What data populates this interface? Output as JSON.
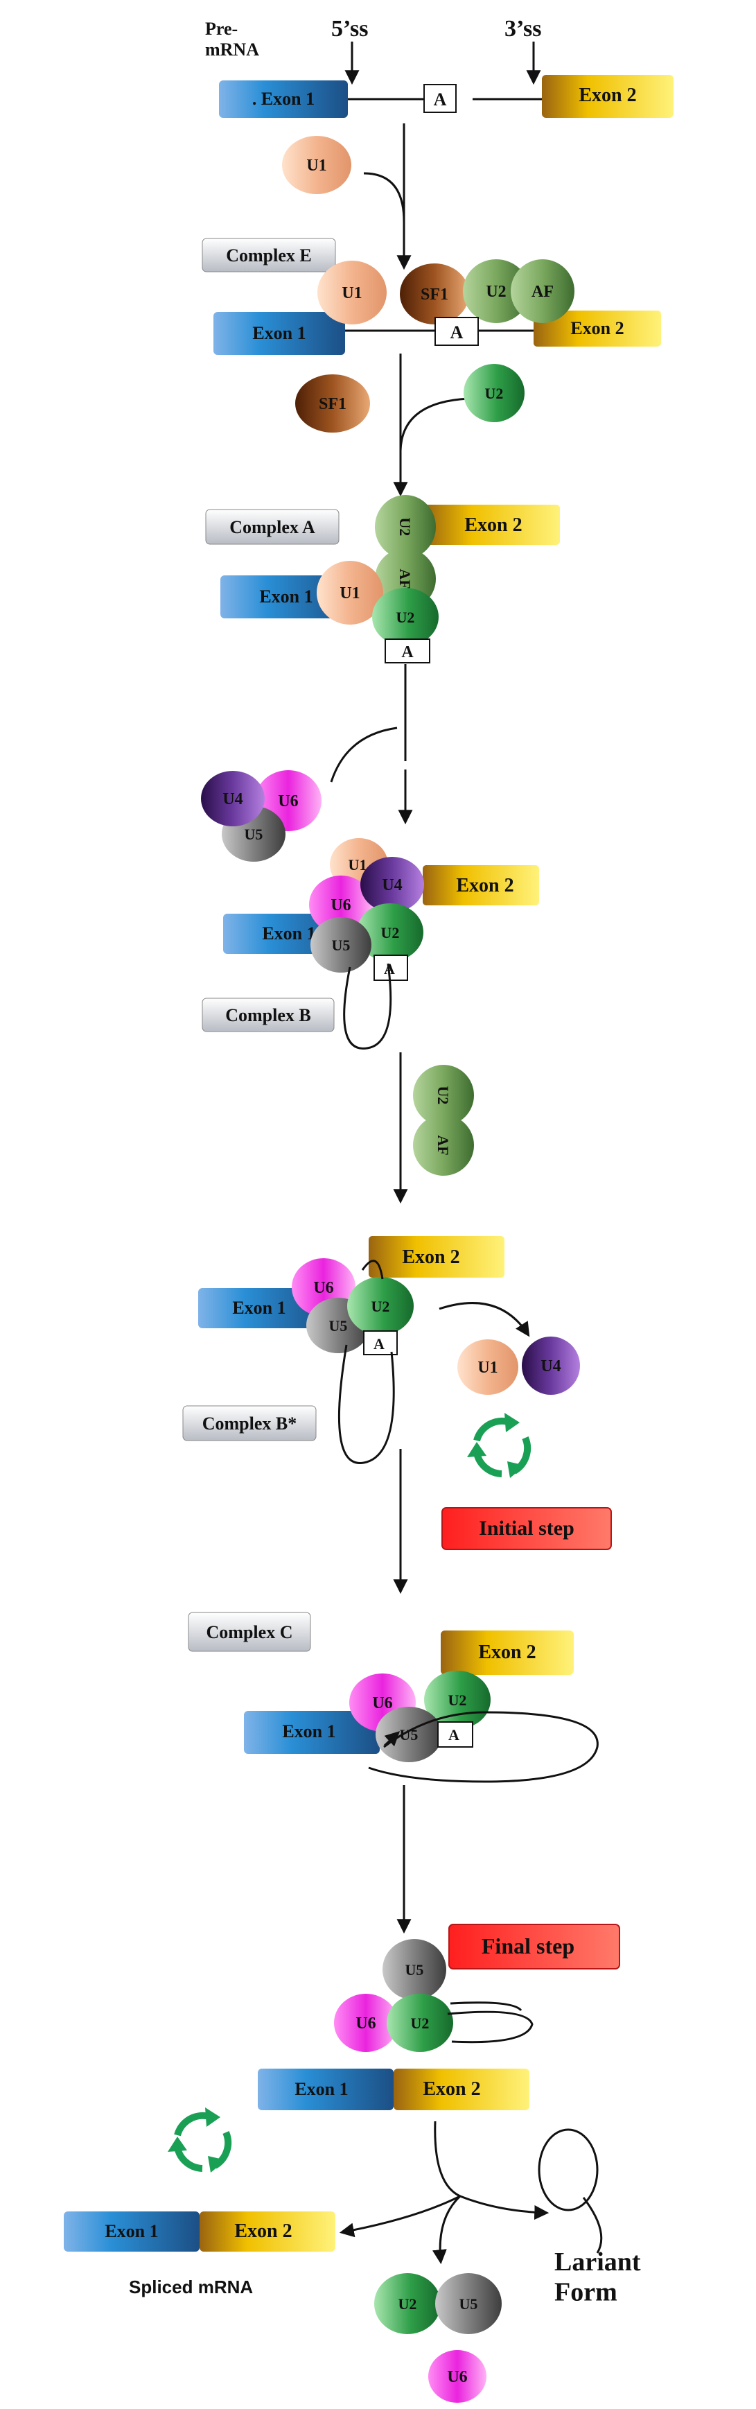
{
  "pre_mrna_label": "Pre-\nmRNA",
  "ss5_label": "5’ss",
  "ss3_label": "3’ss",
  "branch_point": "A",
  "exon1_first": ". Exon 1",
  "exon1": "Exon 1",
  "exon2": "Exon 2",
  "snrnp": {
    "u1": "U1",
    "u2": "U2",
    "u4": "U4",
    "u5": "U5",
    "u6": "U6",
    "sf1": "SF1",
    "af": "AF"
  },
  "complexes": {
    "e": "Complex E",
    "a": "Complex A",
    "b": "Complex B",
    "b_star": "Complex B*",
    "c": "Complex C"
  },
  "steps": {
    "initial": "Initial step",
    "final": "Final step"
  },
  "spliced_label": "Spliced mRNA",
  "lariat_label": "Lariant\nForm",
  "colors": {
    "exon1": "#2a8fd6",
    "exon2": "#f2d600",
    "u1": "#f0b08a",
    "u2": "#2e9e48",
    "u2af": "#6a9c50",
    "u4": "#5a2a8a",
    "u5": "#6e6e6e",
    "u6": "#e020d8",
    "sf1": "#8a4416",
    "step_red": "#ee2222",
    "recycle_green": "#1aa055"
  }
}
